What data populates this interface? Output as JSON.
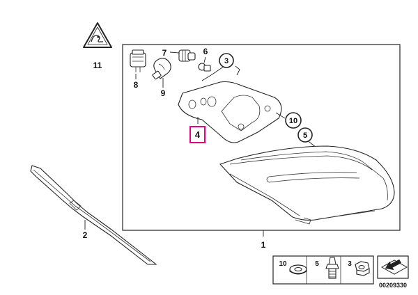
{
  "diagram": {
    "highlight_color": "#e4007f",
    "line_color": "#222222",
    "labels": {
      "l1": "1",
      "l2": "2",
      "l3": "3",
      "l4": "4",
      "l5": "5",
      "l6": "6",
      "l7": "7",
      "l8": "8",
      "l9": "9",
      "l10": "10",
      "l11": "11"
    },
    "legend": {
      "i10": "10",
      "i5": "5",
      "i3": "3"
    },
    "diagram_number": "00209330",
    "icons": [
      "warning-triangle-icon",
      "arrow-sheet-icon"
    ]
  }
}
